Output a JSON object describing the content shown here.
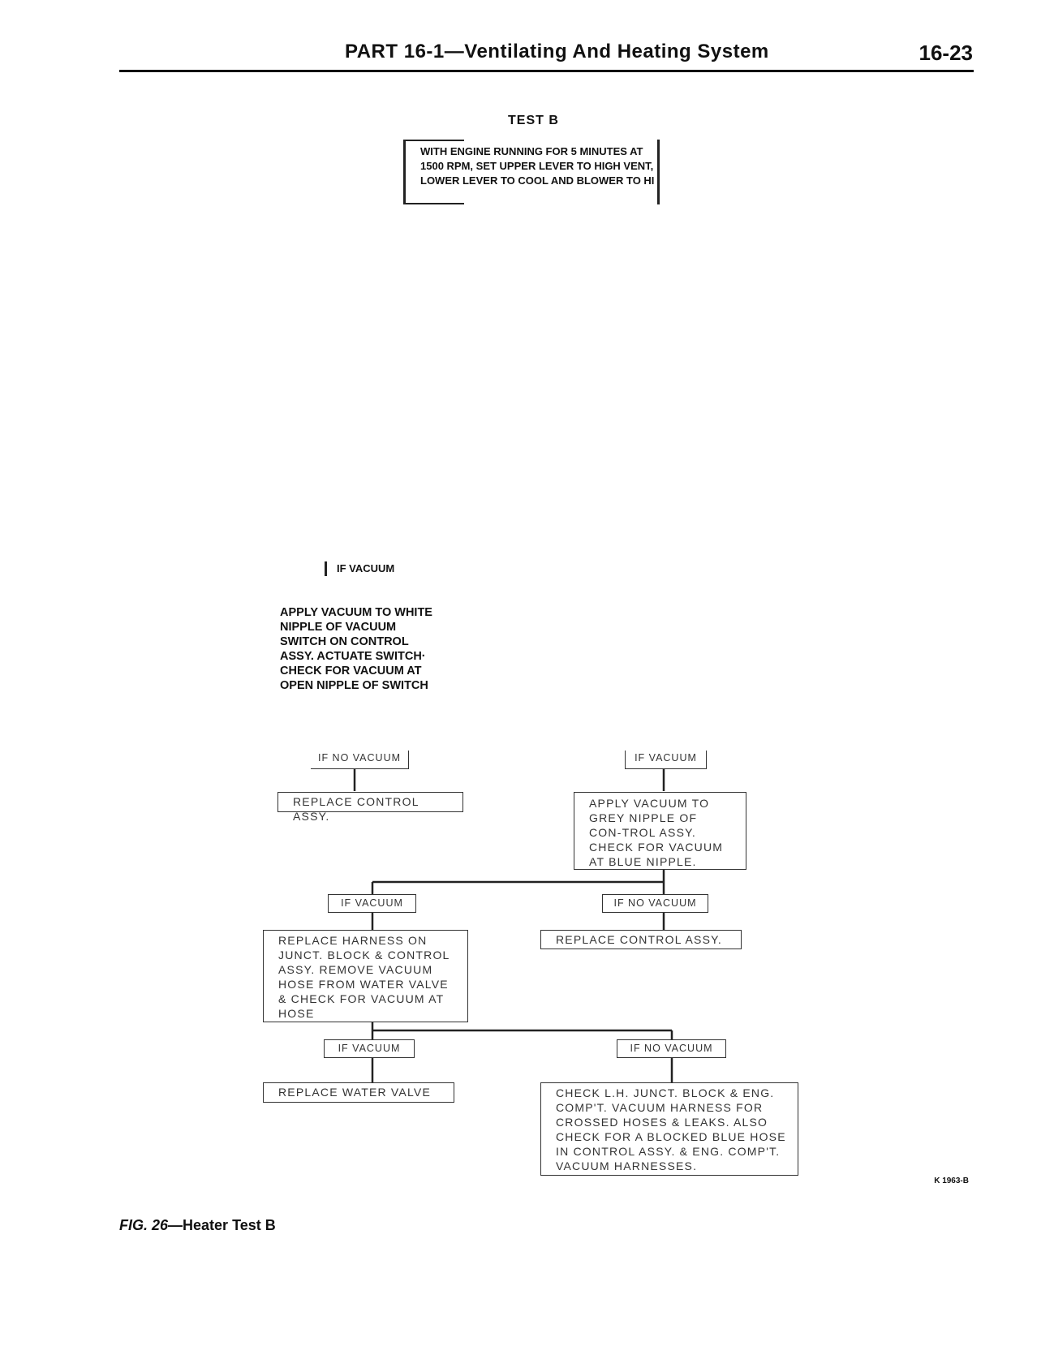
{
  "header": {
    "part": "PART 16-1",
    "title": "—Ventilating And Heating System",
    "page_number": "16-23"
  },
  "test_label": "TEST B",
  "intro": "WITH ENGINE RUNNING FOR 5 MINUTES AT 1500 RPM, SET UPPER LEVER TO HIGH VENT, LOWER LEVER TO COOL AND BLOWER TO HI",
  "if_vacuum_top": "IF VACUUM",
  "apply_white": "APPLY VACUUM TO WHITE NIPPLE OF VACUUM SWITCH ON CONTROL ASSY. ACTUATE SWITCH· CHECK FOR VACUUM AT OPEN NIPPLE OF SWITCH",
  "flow": {
    "l1_no_vac": "IF NO VACUUM",
    "l1_vac": "IF VACUUM",
    "replace_control_1": "REPLACE CONTROL ASSY.",
    "apply_grey": "APPLY VACUUM TO GREY NIPPLE OF CON-TROL ASSY. CHECK FOR VACUUM AT BLUE NIPPLE.",
    "l2_vac": "IF VACUUM",
    "l2_no_vac": "IF NO VACUUM",
    "replace_harness": "REPLACE HARNESS ON JUNCT. BLOCK & CONTROL ASSY. REMOVE VACUUM HOSE FROM WATER VALVE & CHECK FOR VACUUM AT HOSE",
    "replace_control_2": "REPLACE CONTROL ASSY.",
    "l3_vac": "IF VACUUM",
    "l3_no_vac": "IF NO VACUUM",
    "replace_water_valve": "REPLACE WATER VALVE",
    "check_lh": "CHECK L.H. JUNCT. BLOCK & ENG. COMP'T. VACUUM HARNESS FOR CROSSED HOSES & LEAKS. ALSO CHECK FOR A BLOCKED BLUE HOSE IN CONTROL ASSY. & ENG. COMP'T. VACUUM HARNESSES."
  },
  "ref_code": "K 1963-B",
  "caption": {
    "fig": "FIG. 26",
    "text": "—Heater Test B"
  }
}
